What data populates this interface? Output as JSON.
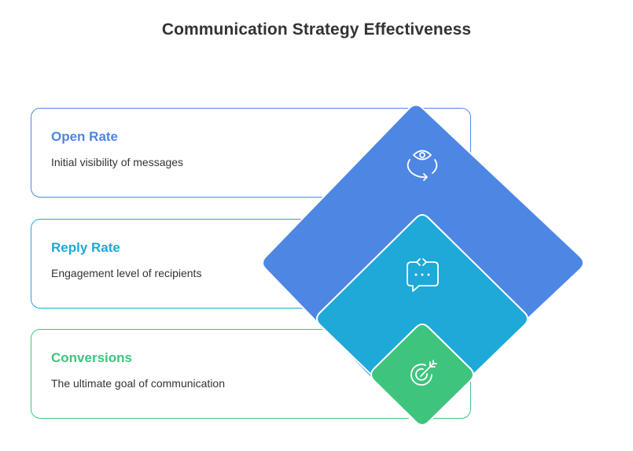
{
  "title": "Communication Strategy Effectiveness",
  "items": [
    {
      "label": "Open Rate",
      "description": "Initial visibility of messages",
      "color": "#4E86E4",
      "icon": "eye-refresh-icon"
    },
    {
      "label": "Reply Rate",
      "description": "Engagement level of recipients",
      "color": "#1EA9D8",
      "icon": "chat-reply-icon"
    },
    {
      "label": "Conversions",
      "description": "The ultimate goal of communication",
      "color": "#3FC47E",
      "icon": "target-arrow-icon"
    }
  ]
}
